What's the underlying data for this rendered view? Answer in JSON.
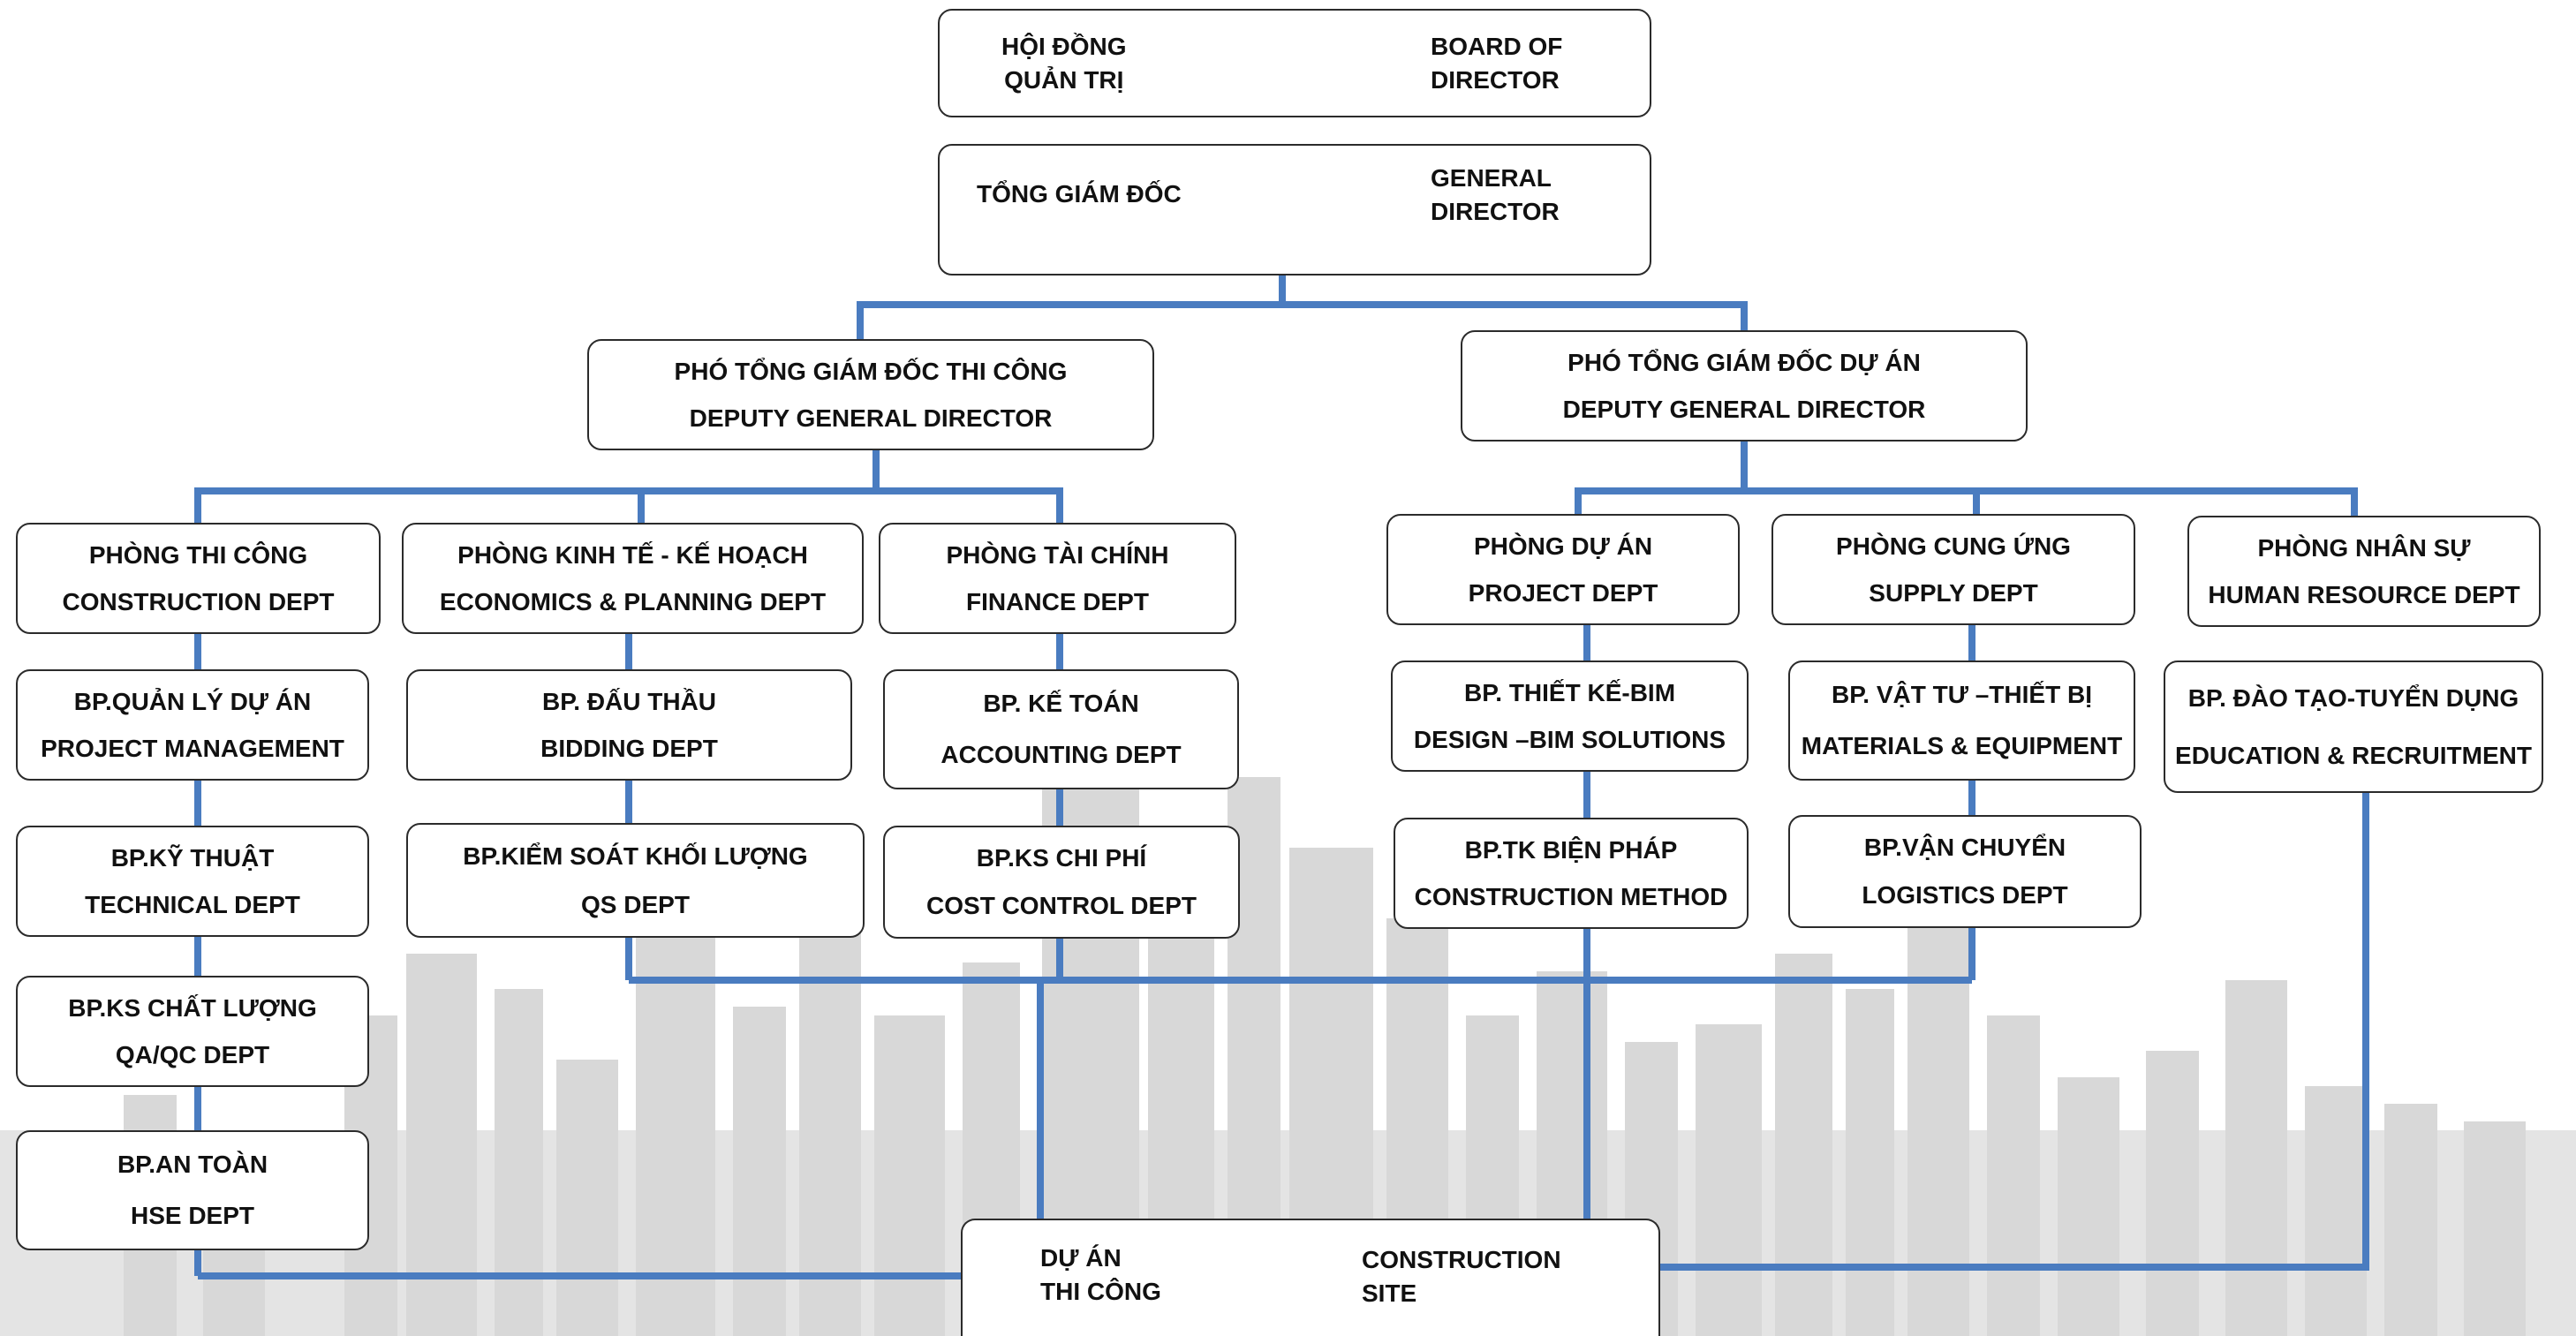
{
  "top_boxes": {
    "board": {
      "vi": "HỘI ĐỒNG\nQUẢN TRỊ",
      "en": "BOARD OF\nDIRECTOR"
    },
    "general_director": {
      "vi": "TỔNG GIÁM ĐỐC",
      "en": "GENERAL\nDIRECTOR"
    },
    "construction_site": {
      "vi": "DỰ ÁN\nTHI CÔNG",
      "en": "CONSTRUCTION\nSITE"
    }
  },
  "deputies": [
    {
      "vi": "PHÓ TỔNG GIÁM ĐỐC THI CÔNG",
      "en": "DEPUTY GENERAL DIRECTOR"
    },
    {
      "vi": "PHÓ TỔNG GIÁM ĐỐC DỰ ÁN",
      "en": "DEPUTY GENERAL DIRECTOR"
    }
  ],
  "columns": [
    {
      "dept": {
        "vi": "PHÒNG THI CÔNG",
        "en": "CONSTRUCTION DEPT"
      },
      "units": [
        {
          "vi": "BP.QUẢN LÝ DỰ ÁN",
          "en": "PROJECT MANAGEMENT"
        },
        {
          "vi": "BP.KỸ THUẬT",
          "en": "TECHNICAL DEPT"
        },
        {
          "vi": "BP.KS CHẤT LƯỢNG",
          "en": "QA/QC DEPT"
        },
        {
          "vi": "BP.AN TOÀN",
          "en": "HSE DEPT"
        }
      ]
    },
    {
      "dept": {
        "vi": "PHÒNG KINH TẾ - KẾ HOẠCH",
        "en": "ECONOMICS & PLANNING DEPT"
      },
      "units": [
        {
          "vi": "BP. ĐẤU THẦU",
          "en": "BIDDING DEPT"
        },
        {
          "vi": "BP.KIỂM SOÁT KHỐI LƯỢNG",
          "en": "QS DEPT"
        }
      ]
    },
    {
      "dept": {
        "vi": "PHÒNG TÀI CHÍNH",
        "en": "FINANCE DEPT"
      },
      "units": [
        {
          "vi": "BP. KẾ TOÁN",
          "en": "ACCOUNTING DEPT"
        },
        {
          "vi": "BP.KS CHI PHÍ",
          "en": "COST CONTROL DEPT"
        }
      ]
    },
    {
      "dept": {
        "vi": "PHÒNG DỰ ÁN",
        "en": "PROJECT  DEPT"
      },
      "units": [
        {
          "vi": "BP. THIẾT KẾ-BIM",
          "en": "DESIGN –BIM SOLUTIONS"
        },
        {
          "vi": "BP.TK BIỆN PHÁP",
          "en": "CONSTRUCTION METHOD"
        }
      ]
    },
    {
      "dept": {
        "vi": "PHÒNG CUNG ỨNG",
        "en": "SUPPLY DEPT"
      },
      "units": [
        {
          "vi": "BP. VẬT TƯ –THIẾT BỊ",
          "en": "MATERIALS & EQUIPMENT"
        },
        {
          "vi": "BP.VẬN CHUYỂN",
          "en": "LOGISTICS DEPT"
        }
      ]
    },
    {
      "dept": {
        "vi": "PHÒNG NHÂN SỰ",
        "en": "HUMAN RESOURCE DEPT"
      },
      "units": [
        {
          "vi": "BP. ĐÀO TẠO-TUYỂN DỤNG",
          "en": "EDUCATION & RECRUITMENT"
        }
      ]
    }
  ],
  "colors": {
    "connector": "#4a7cc0",
    "border": "#2b2b2b",
    "skyline": "#d4d4d4"
  }
}
